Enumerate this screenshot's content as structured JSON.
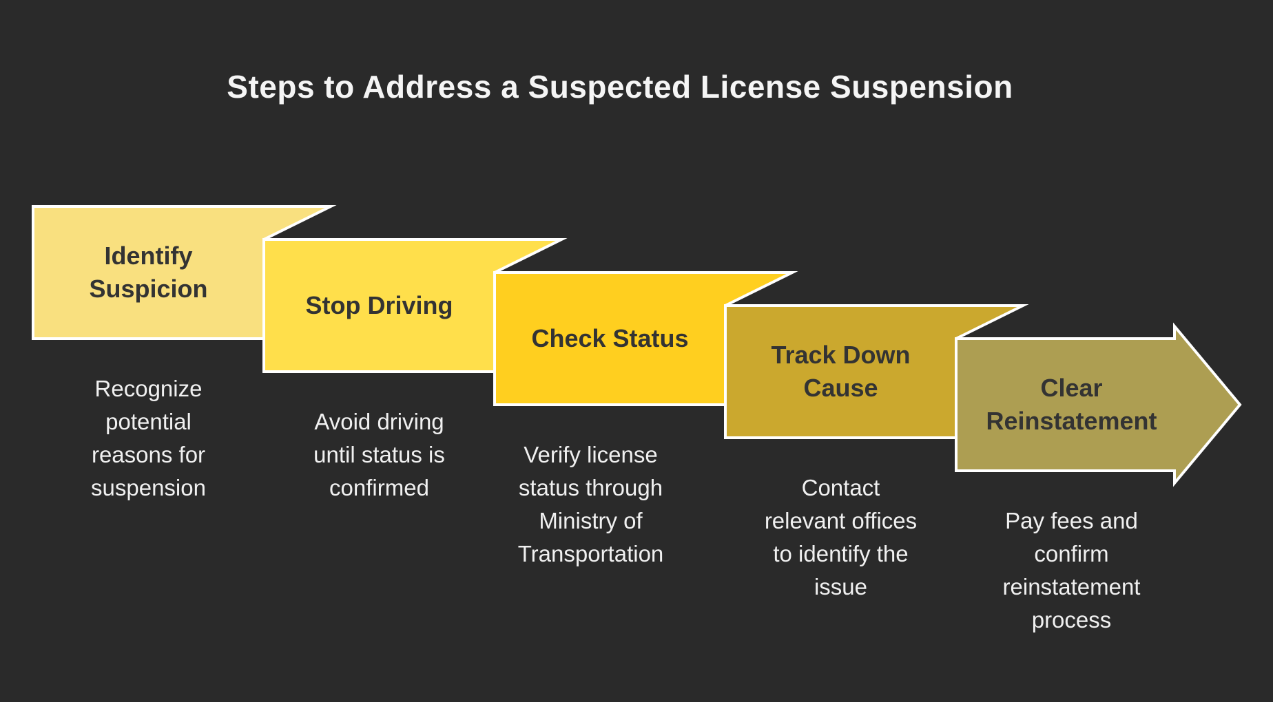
{
  "title": "Steps to Address a Suspected License Suspension",
  "colors": {
    "background": "#2A2A2A",
    "shape_border": "#FFFFFF",
    "label_text": "#333333",
    "description_text": "#F0F0F0",
    "title_text": "#F5F5F5"
  },
  "steps": [
    {
      "label": "Identify\nSuspicion",
      "description": "Recognize\npotential\nreasons for\nsuspension",
      "color": "#F9E07F"
    },
    {
      "label": "Stop Driving",
      "description": "Avoid driving\nuntil status is\nconfirmed",
      "color": "#FFDF4B"
    },
    {
      "label": "Check Status",
      "description": "Verify license\nstatus through\nMinistry of\nTransportation",
      "color": "#FFCF1F"
    },
    {
      "label": "Track Down\nCause",
      "description": "Contact\nrelevant offices\nto identify the\nissue",
      "color": "#CBA82E"
    },
    {
      "label": "Clear\nReinstatement",
      "description": "Pay fees and\nconfirm\nreinstatement\nprocess",
      "color": "#AD9E52"
    }
  ]
}
